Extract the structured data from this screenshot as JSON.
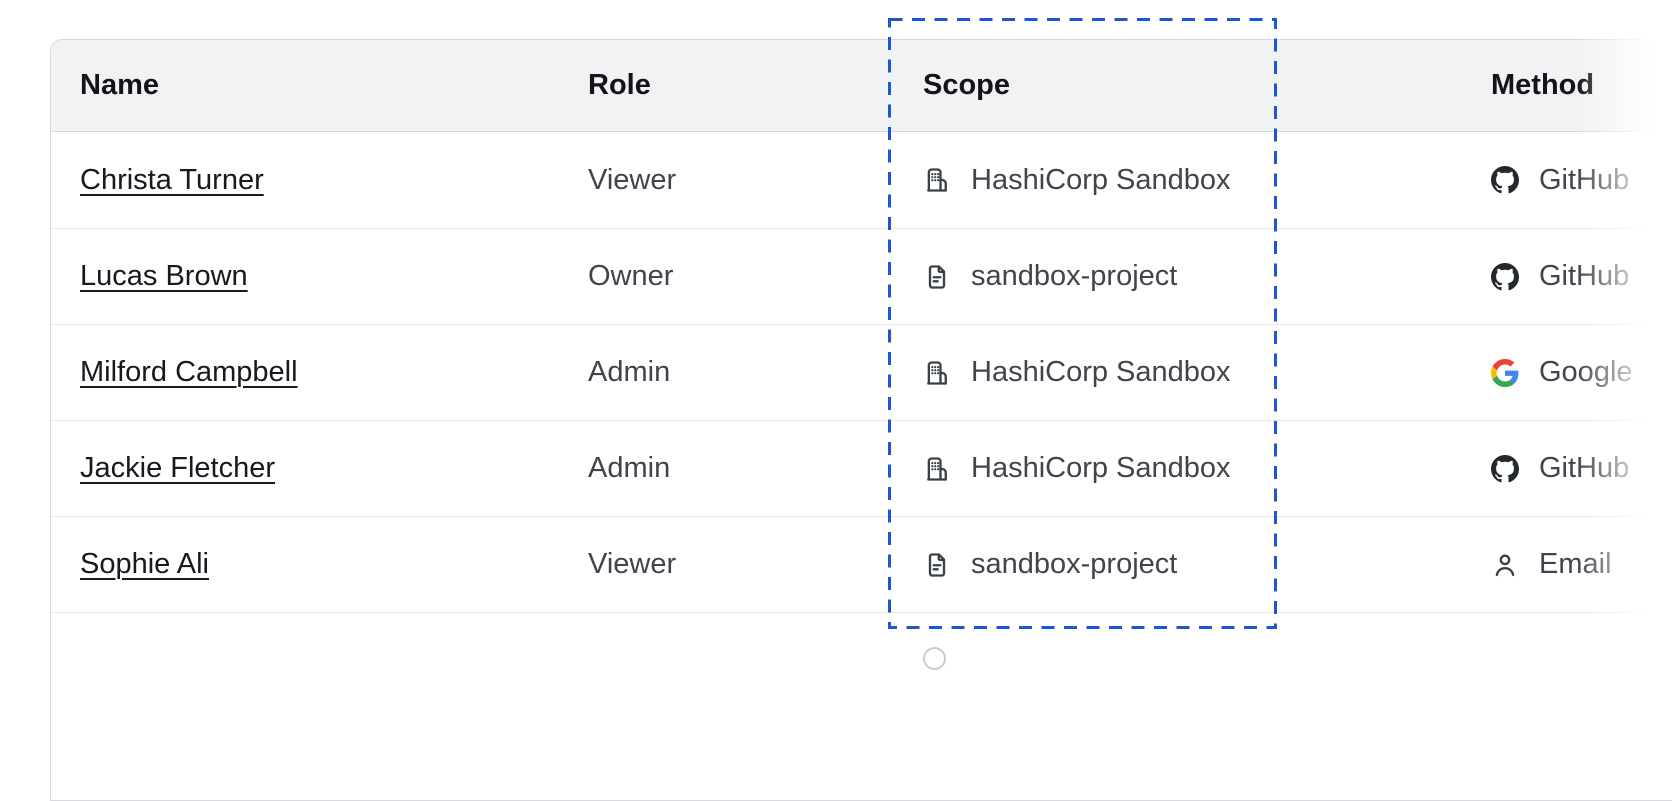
{
  "colors": {
    "header_bg": "#f1f2f3",
    "row_divider": "#e4e6e9",
    "table_border": "#d8dade",
    "header_text": "#121417",
    "name_link_text": "#16191f",
    "secondary_text": "#40454d",
    "icon_stroke": "#3b4047",
    "highlight_dashed_blue": "#1b56d6",
    "github_mark": "#24292f",
    "google_red": "#EA4335",
    "google_blue": "#4285F4",
    "google_yellow": "#FBBC05",
    "google_green": "#34A853"
  },
  "table": {
    "columns": [
      "Name",
      "Role",
      "Scope",
      "Method"
    ],
    "rows": [
      {
        "name": "Christa Turner",
        "role": "Viewer",
        "scope_icon": "org",
        "scope": "HashiCorp Sandbox",
        "method_icon": "github",
        "method": "GitHub"
      },
      {
        "name": "Lucas Brown",
        "role": "Owner",
        "scope_icon": "file",
        "scope": "sandbox-project",
        "method_icon": "github",
        "method": "GitHub"
      },
      {
        "name": "Milford Campbell",
        "role": "Admin",
        "scope_icon": "org",
        "scope": "HashiCorp Sandbox",
        "method_icon": "google",
        "method": "Google"
      },
      {
        "name": "Jackie Fletcher",
        "role": "Admin",
        "scope_icon": "org",
        "scope": "HashiCorp Sandbox",
        "method_icon": "github",
        "method": "GitHub"
      },
      {
        "name": "Sophie Ali",
        "role": "Viewer",
        "scope_icon": "file",
        "scope": "sandbox-project",
        "method_icon": "user",
        "method": "Email"
      }
    ],
    "partial_row_visible": true
  },
  "annotation": {
    "type": "dashed-rectangle",
    "target": "Scope column"
  }
}
